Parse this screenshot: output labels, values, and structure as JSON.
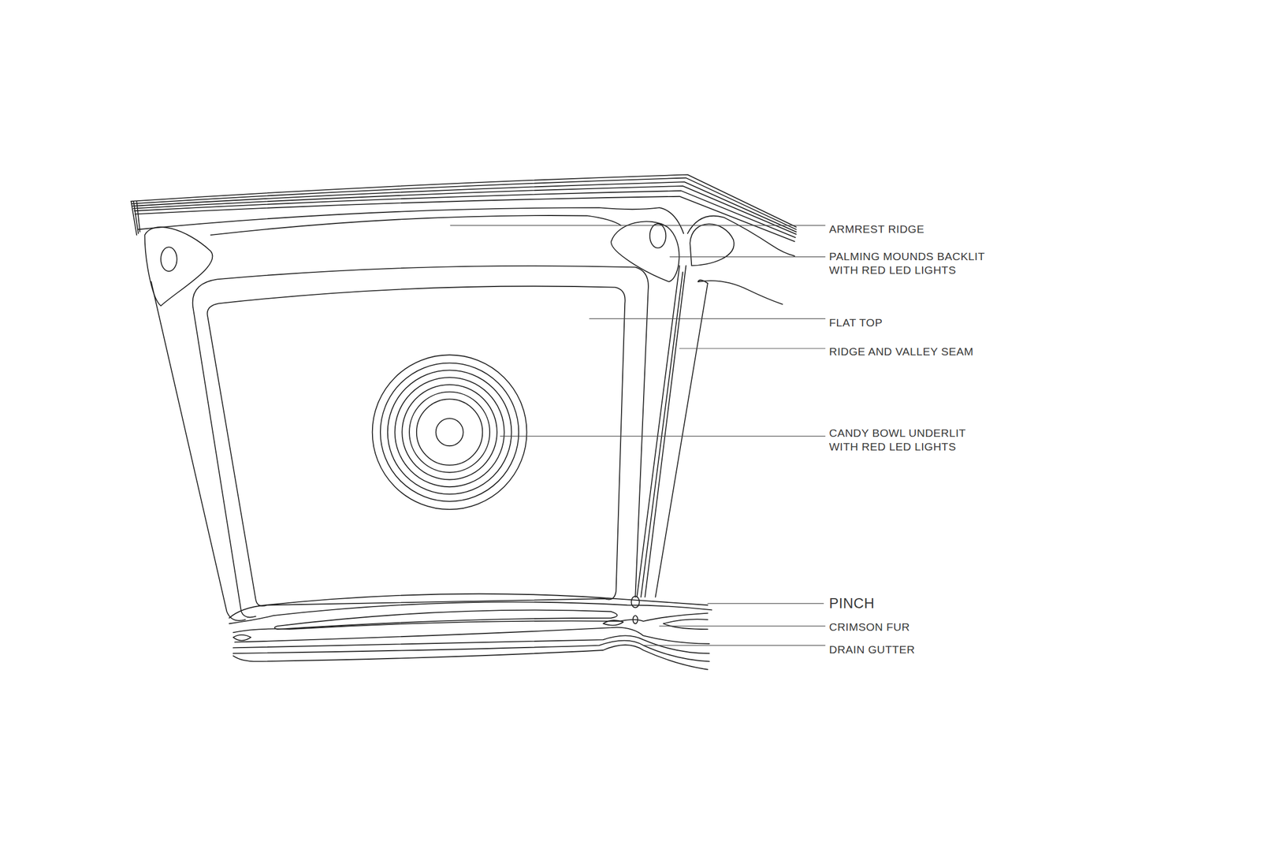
{
  "diagram": {
    "labels": [
      "ARMREST RIDGE",
      "PALMING MOUNDS BACKLIT WITH RED LED LIGHTS",
      "FLAT TOP",
      "RIDGE AND VALLEY SEAM",
      "CANDY BOWL UNDERLIT WITH RED LED LIGHTS",
      "PINCH",
      "CRIMSON FUR",
      "DRAIN GUTTER"
    ]
  }
}
